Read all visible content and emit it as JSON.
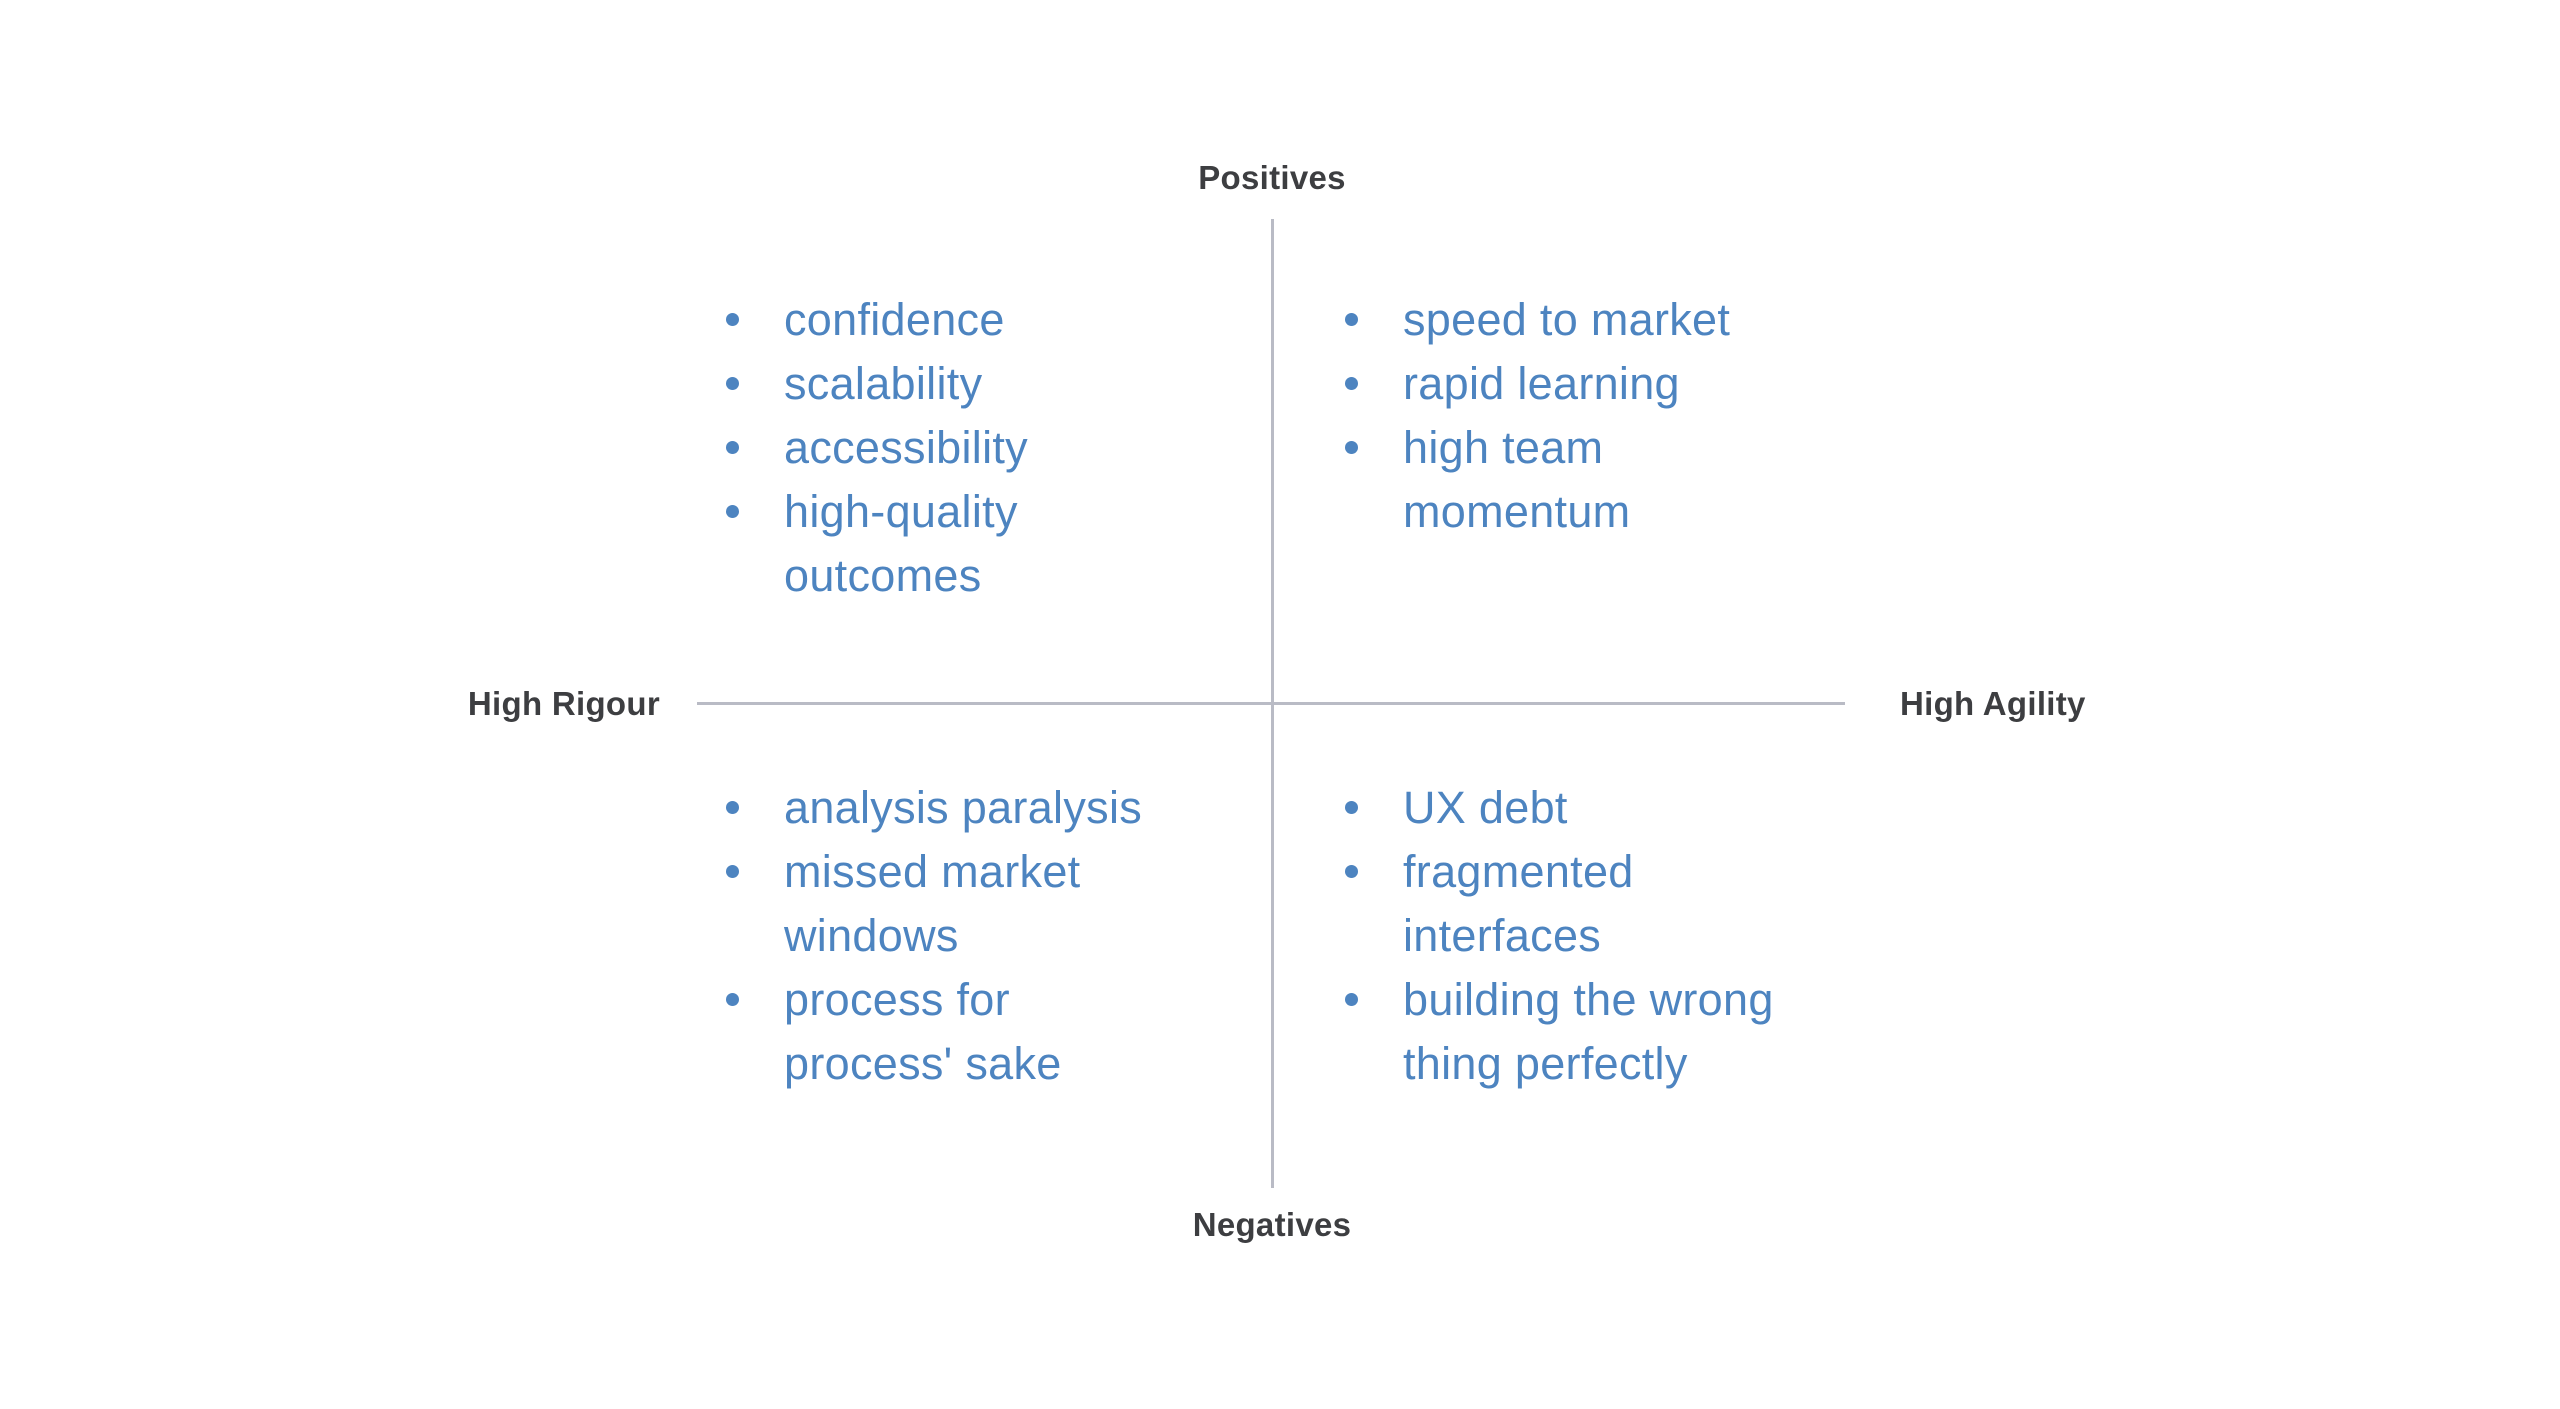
{
  "diagram": {
    "type": "quadrant-matrix",
    "axis_labels": {
      "top": "Positives",
      "bottom": "Negatives",
      "left": "High Rigour",
      "right": "High Agility"
    },
    "quadrants": {
      "top_left": {
        "region": "High Rigour / Positives",
        "items": [
          "confidence",
          "scalability",
          "accessibility",
          "high-quality\noutcomes"
        ]
      },
      "top_right": {
        "region": "High Agility / Positives",
        "items": [
          "speed to market",
          "rapid learning",
          "high team\nmomentum"
        ]
      },
      "bottom_left": {
        "region": "High Rigour / Negatives",
        "items": [
          "analysis paralysis",
          "missed market\nwindows",
          "process for\nprocess' sake"
        ]
      },
      "bottom_right": {
        "region": "High Agility / Negatives",
        "items": [
          "UX debt",
          "fragmented\ninterfaces",
          "building the wrong\nthing perfectly"
        ]
      }
    },
    "colors": {
      "item_text": "#4d84c0",
      "bullet": "#4d84c0",
      "axis_line": "#b9bbc5",
      "axis_label_text": "#3d3e41",
      "background": "#ffffff"
    }
  }
}
